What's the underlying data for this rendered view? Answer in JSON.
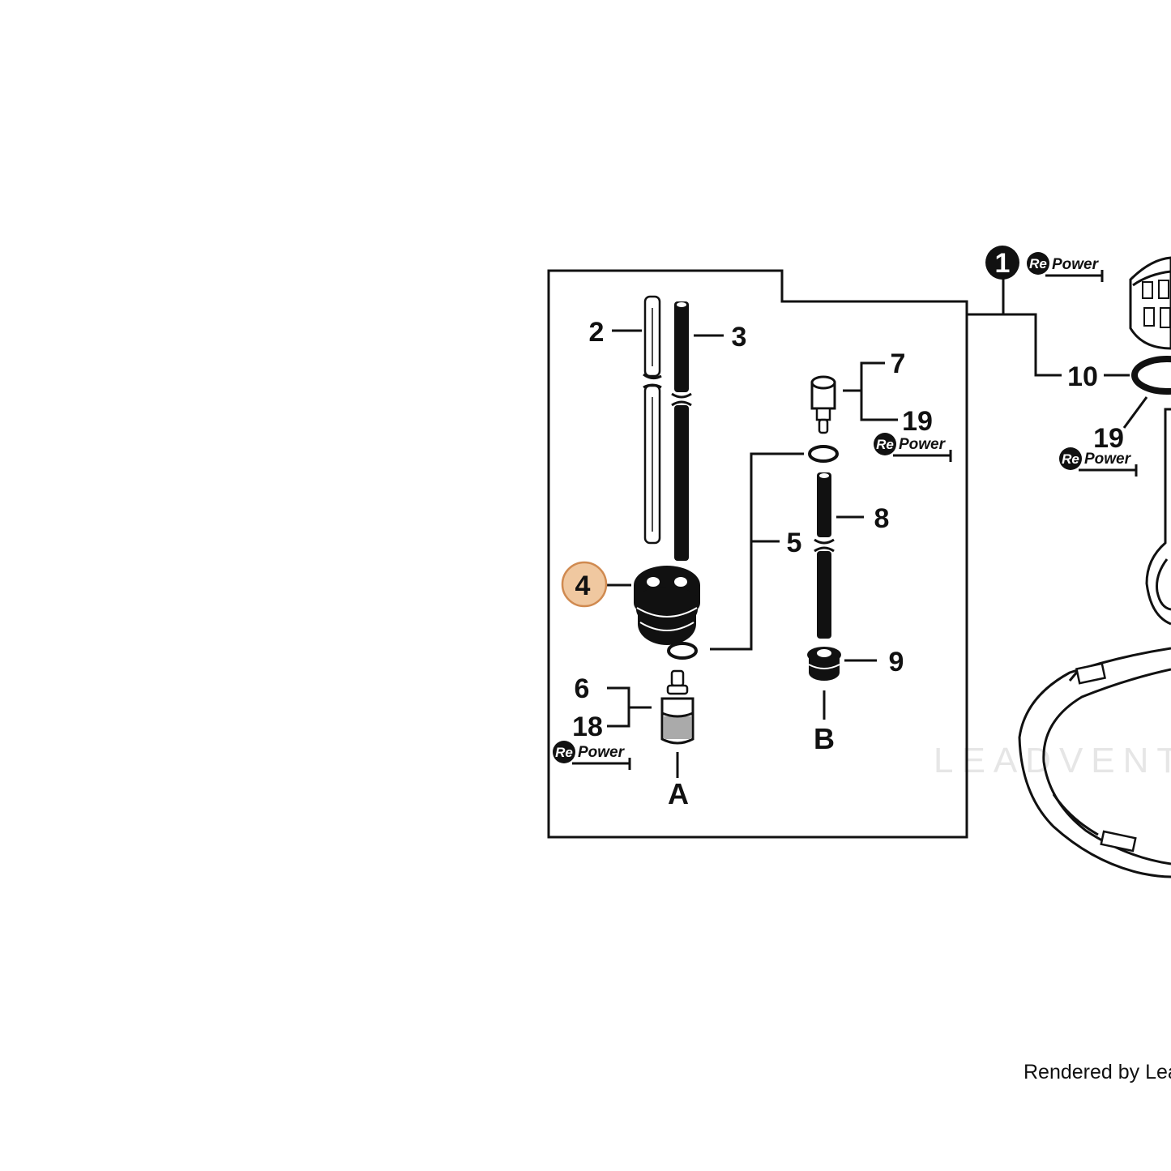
{
  "callouts": {
    "c1": "1",
    "c2": "2",
    "c3": "3",
    "c4": "4",
    "c5": "5",
    "c6": "6",
    "c7": "7",
    "c8": "8",
    "c9": "9",
    "c10": "10",
    "c18": "18",
    "c19a": "19",
    "c19b": "19",
    "cA": "A",
    "cB": "B"
  },
  "badges": {
    "re": "Re",
    "power": "Power"
  },
  "watermark": "LEADVENTURE",
  "footer": "Rendered by LeadV",
  "colors": {
    "highlight_fill": "#f0c8a0",
    "highlight_stroke": "#d08a50",
    "ink": "#111111"
  }
}
